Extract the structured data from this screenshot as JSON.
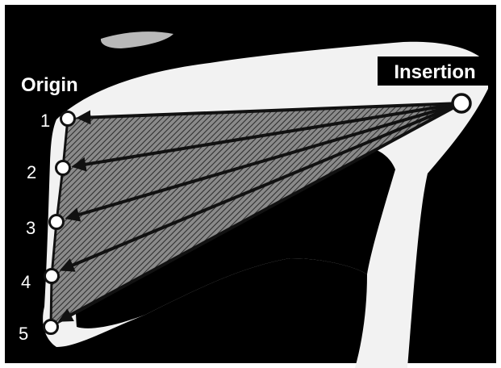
{
  "labels": {
    "origin": "Origin",
    "insertion": "Insertion"
  },
  "origin_points": [
    "1",
    "2",
    "3",
    "4",
    "5"
  ],
  "colors": {
    "background": "#000000",
    "bone": "#f2f2f2",
    "hatch_fill": "#8a8a8a",
    "hatch_line": "#2a2a2a",
    "arrow": "#111111",
    "marker_fill": "#ffffff",
    "marker_stroke": "#111111",
    "label_text": "#ffffff"
  },
  "icons": {
    "marker": "circle-marker-icon",
    "arrow": "arrowhead-icon"
  }
}
